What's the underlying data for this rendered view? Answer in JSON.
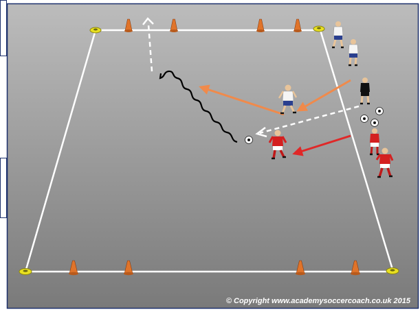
{
  "copyright": "© Copyright www.academysoccercoach.co.uk 2015",
  "colors": {
    "pitch_top": "#b9b9b9",
    "pitch_bottom": "#7e7e7e",
    "lines": "#ffffff",
    "cone": "#e0742a",
    "marker_disc": "#e8e020",
    "run_arrow_white": "#f08a4b",
    "run_arrow_red": "#e02828",
    "dribble": "#000000",
    "pass_arrow": "#ffffff",
    "team_white": "#f5f5f5",
    "team_red": "#d42020",
    "team_black": "#111111",
    "frame_border": "#1b2f6b"
  },
  "diagram": {
    "players": [
      {
        "team": "white",
        "role": "waiting"
      },
      {
        "team": "white",
        "role": "waiting"
      },
      {
        "team": "black",
        "role": "server"
      },
      {
        "team": "white",
        "role": "attacker"
      },
      {
        "team": "red",
        "role": "defender"
      },
      {
        "team": "red",
        "role": "waiting"
      },
      {
        "team": "red",
        "role": "waiting"
      }
    ],
    "balls": 4,
    "cones": 8,
    "corner_markers": 4,
    "arrows": [
      {
        "kind": "run",
        "color": "orange"
      },
      {
        "kind": "run",
        "color": "orange"
      },
      {
        "kind": "run",
        "color": "red"
      },
      {
        "kind": "pass",
        "style": "dashed"
      },
      {
        "kind": "dribble",
        "style": "wavy"
      },
      {
        "kind": "finish",
        "style": "dashed"
      }
    ]
  }
}
